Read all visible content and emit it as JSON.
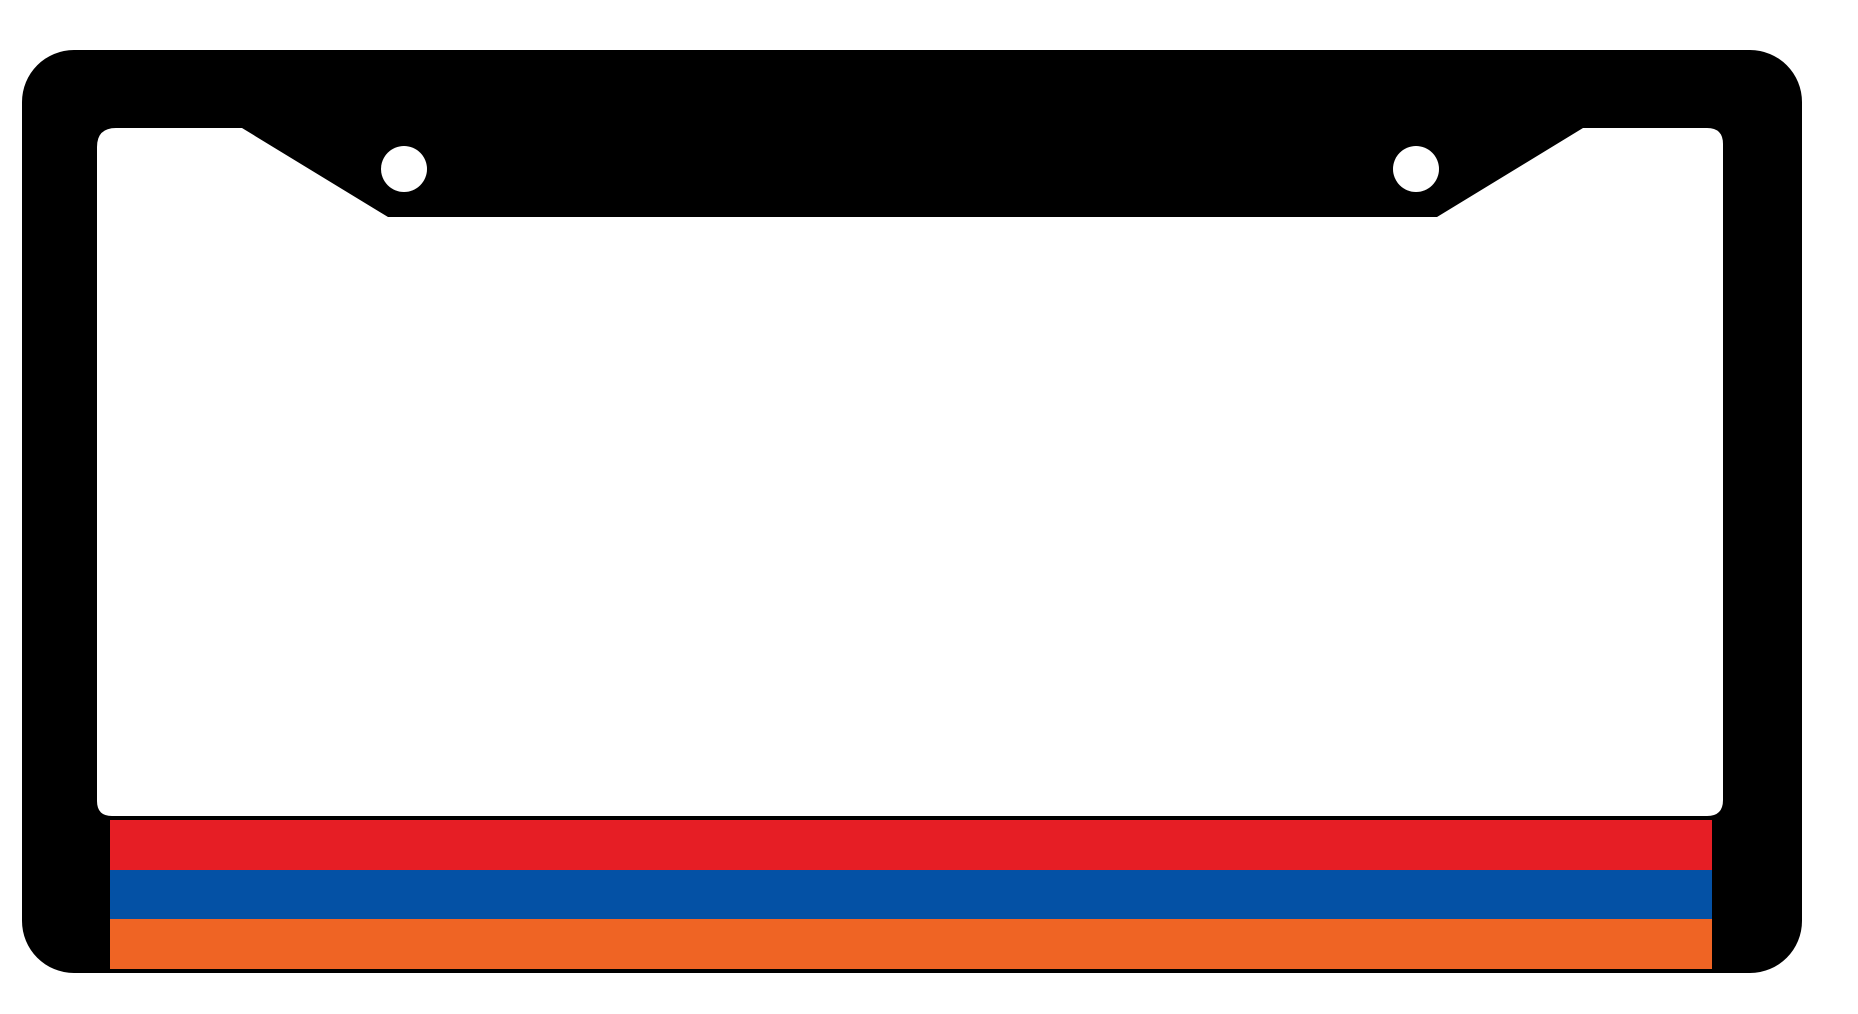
{
  "product": {
    "frame_color": "#000000",
    "plate_area_color": "#ffffff",
    "mount_hole_color": "#ffffff",
    "flag_stripes": [
      {
        "name": "red",
        "color": "#E61E25"
      },
      {
        "name": "blue",
        "color": "#0451A5"
      },
      {
        "name": "orange",
        "color": "#EF6424"
      }
    ]
  }
}
